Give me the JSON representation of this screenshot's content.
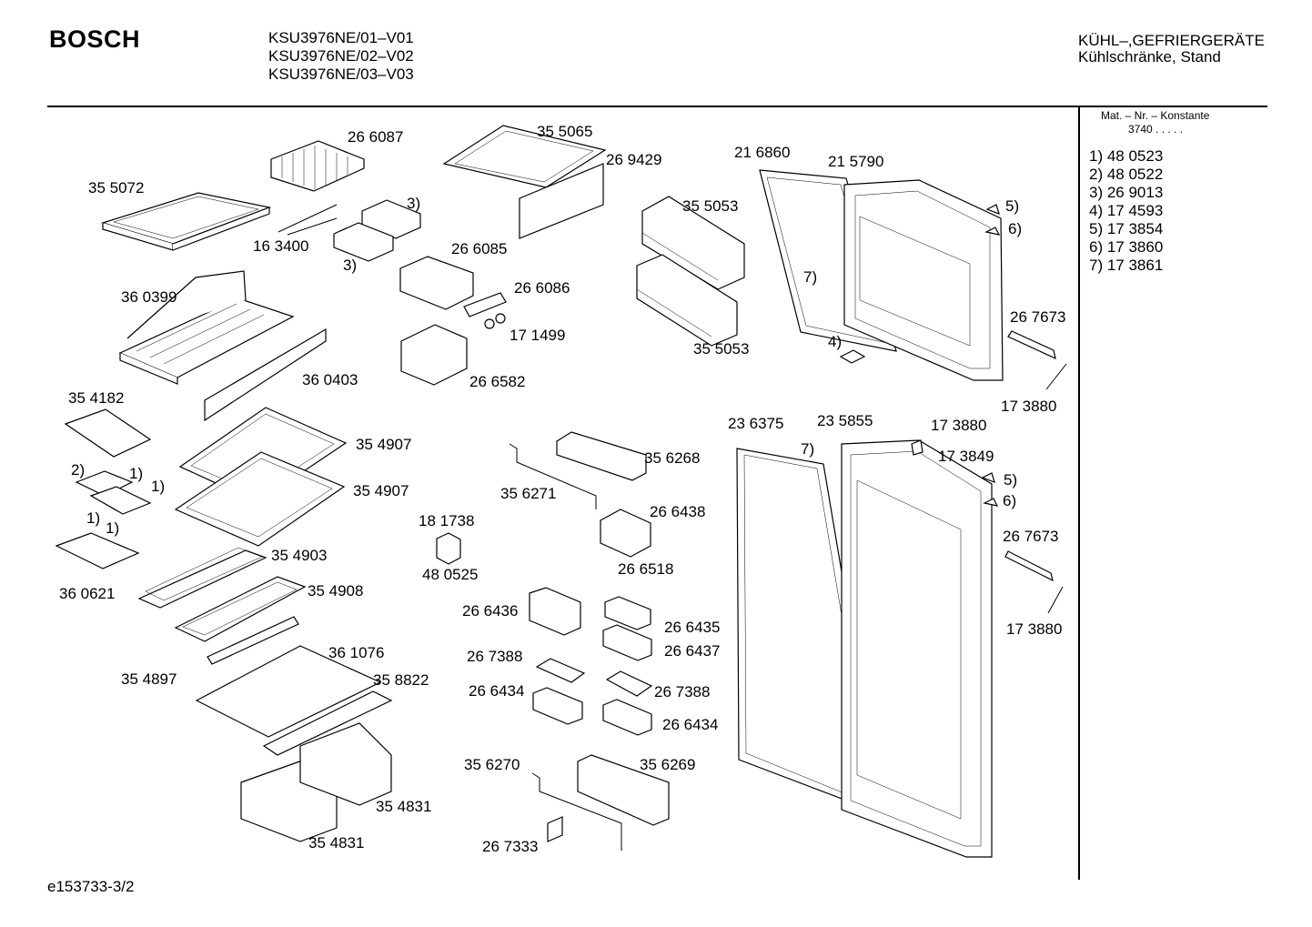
{
  "header": {
    "brand": "BOSCH",
    "models": [
      "KSU3976NE/01–V01",
      "KSU3976NE/02–V02",
      "KSU3976NE/03–V03"
    ],
    "category_line1": "KÜHL–,GEFRIERGERÄTE",
    "category_line2": "Kühlschränke, Stand"
  },
  "legend": {
    "title": "Mat. – Nr. – Konstante",
    "constant": "3740  .  .  .  .  .",
    "items": [
      "1)  48 0523",
      "2)  48 0522",
      "3)  26 9013",
      "4)  17 4593",
      "5)  17 3854",
      "6)  17 3860",
      "7)  17 3861"
    ]
  },
  "part_labels": [
    "35 5072",
    "26 6087",
    "35 5065",
    "26 9429",
    "21 6860",
    "21 5790",
    "35 5053",
    "35 5053",
    "3)",
    "3)",
    "16 3400",
    "26 6085",
    "26 6086",
    "17 1499",
    "26 6582",
    "36 0399",
    "36 0403",
    "5)",
    "6)",
    "7)",
    "4)",
    "26 7673",
    "17 3880",
    "35 4182",
    "35 4907",
    "35 4907",
    "2)",
    "1)",
    "1)",
    "1)",
    "1)",
    "36 0621",
    "35 4903",
    "35 4908",
    "35 4897",
    "36 1076",
    "35 8822",
    "35 4831",
    "35 4831",
    "35 6268",
    "35 6271",
    "18 1738",
    "48 0525",
    "26 6438",
    "26 6518",
    "26 6436",
    "26 6435",
    "26 6437",
    "26 7388",
    "26 7388",
    "26 6434",
    "26 6434",
    "35 6270",
    "35 6269",
    "26 7333",
    "23 6375",
    "23 5855",
    "7)",
    "17 3880",
    "17 3849",
    "5)",
    "6)",
    "26 7673",
    "17 3880"
  ],
  "footer": {
    "code": "e153733-3/2"
  }
}
